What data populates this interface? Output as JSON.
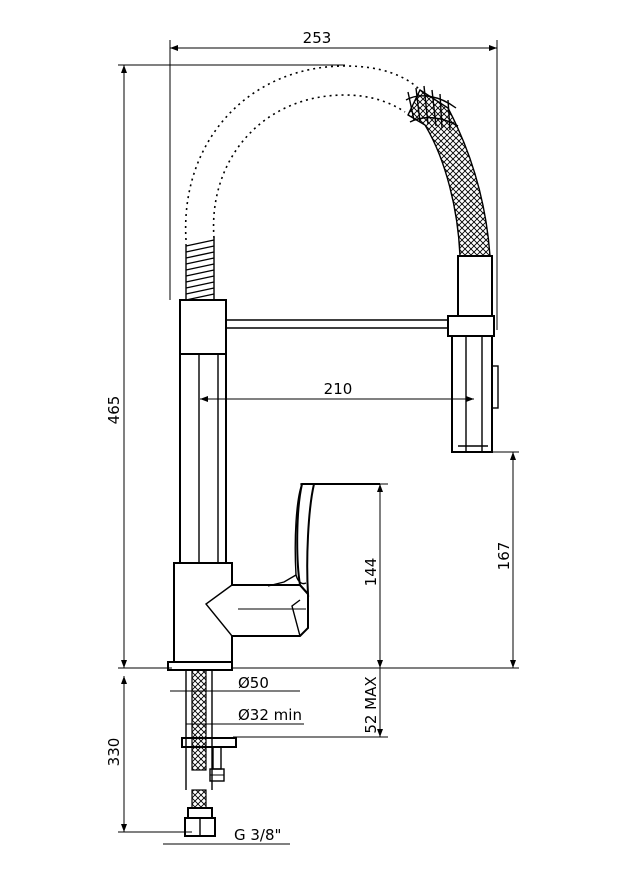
{
  "dimensions": {
    "overall_width": "253",
    "spout_reach": "210",
    "overall_height": "465",
    "handle_height": "144",
    "outlet_height": "167",
    "below_deck_length": "330",
    "base_diameter": "Ø50",
    "hole_diameter": "Ø32 min",
    "deck_thickness": "52 MAX",
    "connection_thread": "G 3/8\""
  }
}
